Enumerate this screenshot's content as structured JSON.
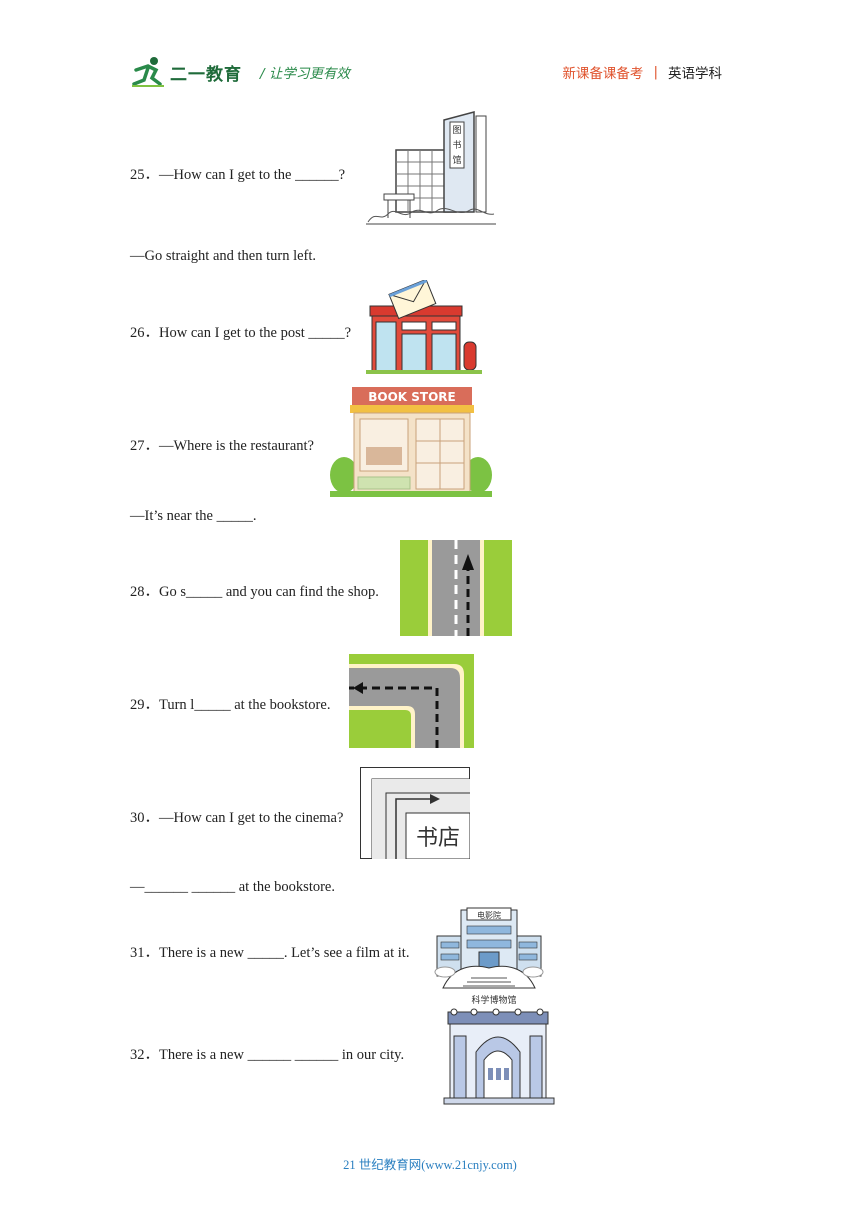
{
  "header": {
    "logo_text": "二一教育",
    "slogan": "/ 让学习更有效",
    "right_label": "新课备课备考",
    "separator": "|",
    "subject": "英语学科"
  },
  "questions": {
    "q25": {
      "line1": "25．—How can I get to the  ______?",
      "line2": "—Go straight and then turn left.",
      "sign": [
        "图",
        "书",
        "馆"
      ]
    },
    "q26": {
      "line1": "26．How can I get to the post  _____?"
    },
    "q27": {
      "line1": "27．—Where is the restaurant?",
      "line2": "—It’s near the  _____.",
      "sign": "BOOK STORE"
    },
    "q28": {
      "line1": "28．Go s_____  and you can find the shop."
    },
    "q29": {
      "line1": "29．Turn l_____  at the bookstore."
    },
    "q30": {
      "line1": "30．—How can I get to the cinema?",
      "line2": "—______  ______  at the bookstore.",
      "map_label": "书店"
    },
    "q31": {
      "line1": "31．There is a new  _____. Let’s see a film at it.",
      "sign": "电影院"
    },
    "q32": {
      "line1": "32．There is a new  ______  ______  in our city.",
      "sign": "科学博物馆"
    }
  },
  "footer": {
    "text": "21 世纪教育网(www.21cnjy.com)"
  },
  "colors": {
    "road_green": "#9acd3a",
    "road_gray": "#9a9a9a",
    "header_orange": "#e0532d",
    "logo_green": "#1f6b3a"
  }
}
